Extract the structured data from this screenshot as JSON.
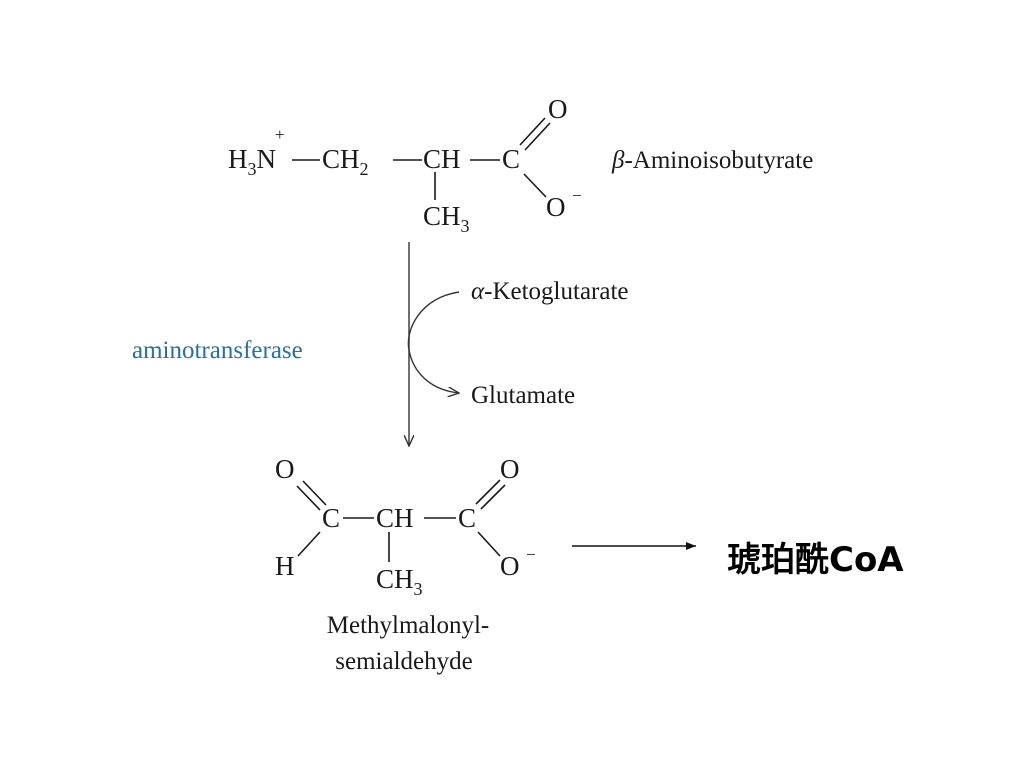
{
  "colors": {
    "text": "#1a1a1a",
    "enzyme": "#2a6fa0",
    "background": "#ffffff"
  },
  "substrate": {
    "formula": {
      "h": "H",
      "h_sub": "3",
      "n": "N",
      "n_charge": "+",
      "ch2": "CH",
      "ch2_sub": "2",
      "ch": "CH",
      "c": "C",
      "o_top": "O",
      "o_minus": "O",
      "o_charge": "−",
      "ch3": "CH",
      "ch3_sub": "3"
    },
    "name_greek": "β",
    "name_rest": "-Aminoisobutyrate"
  },
  "reaction": {
    "enzyme": "aminotransferase",
    "cosubstrate_greek": "α",
    "cosubstrate_rest": "-Ketoglutarate",
    "coproduct": "Glutamate"
  },
  "product": {
    "formula": {
      "o_left": "O",
      "c1": "C",
      "h": "H",
      "ch": "CH",
      "c2": "C",
      "o_right": "O",
      "o_minus": "O",
      "o_charge": "−",
      "ch3": "CH",
      "ch3_sub": "3"
    },
    "name_line1": "Methylmalonyl-",
    "name_line2": "semialdehyde"
  },
  "next_product": "琥珀酰CoA"
}
